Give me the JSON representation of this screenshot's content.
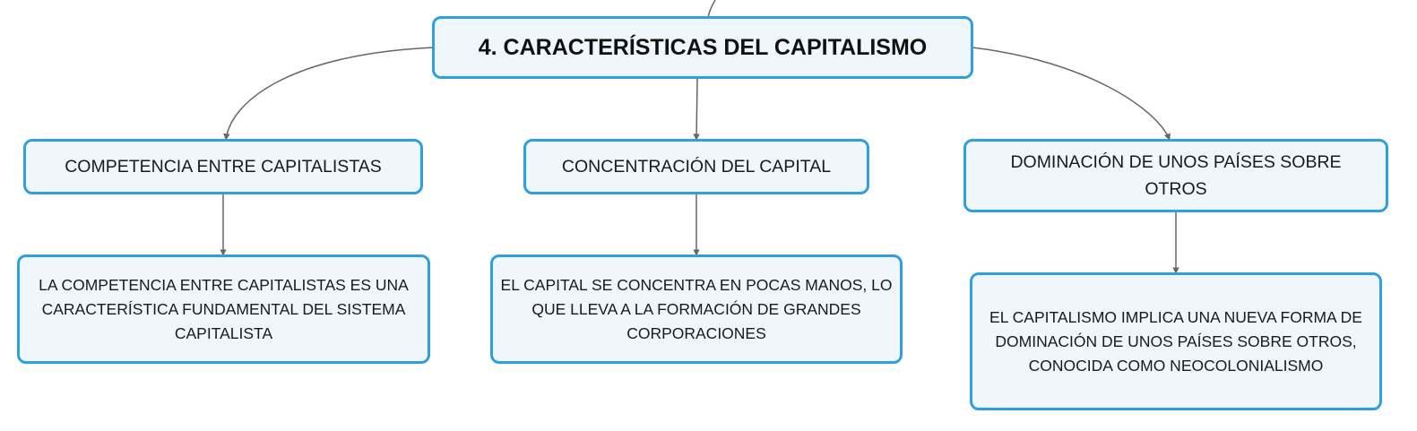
{
  "colors": {
    "node_fill": "#eff7fd",
    "node_border": "#2f9ee3",
    "connector": "#666666",
    "text": "#1a1a1a"
  },
  "root": {
    "title": "4. CARACTERÍSTICAS DEL CAPITALISMO"
  },
  "branches": [
    {
      "label": "COMPETENCIA ENTRE CAPITALISTAS",
      "detail": "LA COMPETENCIA ENTRE CAPITALISTAS ES UNA CARACTERÍSTICA FUNDAMENTAL DEL SISTEMA CAPITALISTA"
    },
    {
      "label": "CONCENTRACIÓN DEL CAPITAL",
      "detail": "EL CAPITAL SE CONCENTRA EN POCAS MANOS, LO QUE LLEVA A LA FORMACIÓN DE GRANDES CORPORACIONES"
    },
    {
      "label": "DOMINACIÓN DE UNOS PAÍSES SOBRE OTROS",
      "detail": "EL CAPITALISMO IMPLICA UNA NUEVA FORMA DE DOMINACIÓN DE UNOS PAÍSES SOBRE OTROS, CONOCIDA COMO NEOCOLONIALISMO"
    }
  ]
}
